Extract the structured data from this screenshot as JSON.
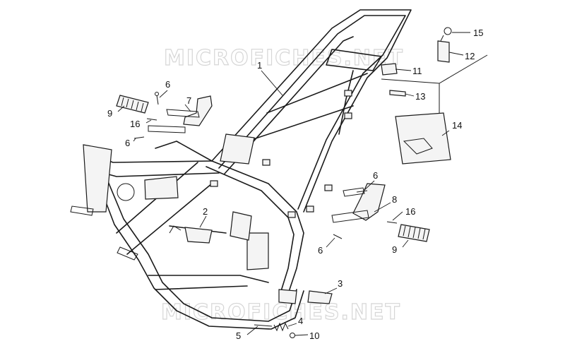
{
  "watermark": "MICROFICHES.NET",
  "callouts": {
    "c1": "1",
    "c2": "2",
    "c3": "3",
    "c4": "4",
    "c5": "5",
    "c6a": "6",
    "c6b": "6",
    "c6c": "6",
    "c6d": "6",
    "c7": "7",
    "c8": "8",
    "c9a": "9",
    "c9b": "9",
    "c10": "10",
    "c11": "11",
    "c12": "12",
    "c13": "13",
    "c14": "14",
    "c15": "15",
    "c16a": "16",
    "c16b": "16"
  }
}
